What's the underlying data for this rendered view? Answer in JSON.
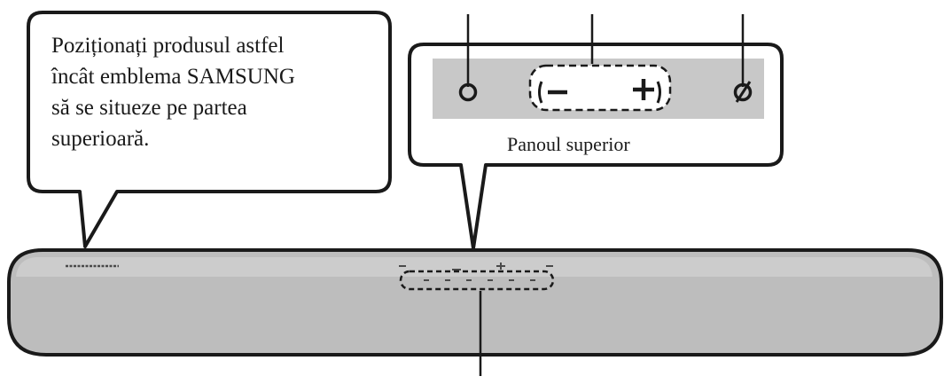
{
  "callout": {
    "lines": [
      "Poziționați produsul astfel",
      "încât emblema SAMSUNG",
      "să se situeze pe partea",
      "superioară."
    ]
  },
  "top_panel": {
    "label": "Panoul superior",
    "buttons": [
      "power-button",
      "volume-minus-button",
      "volume-plus-button",
      "input-source-button"
    ]
  },
  "colors": {
    "panel_gray": "#c8c8c8",
    "soundbar_fill": "#bdbdbd",
    "outline": "#1a1a1a"
  }
}
